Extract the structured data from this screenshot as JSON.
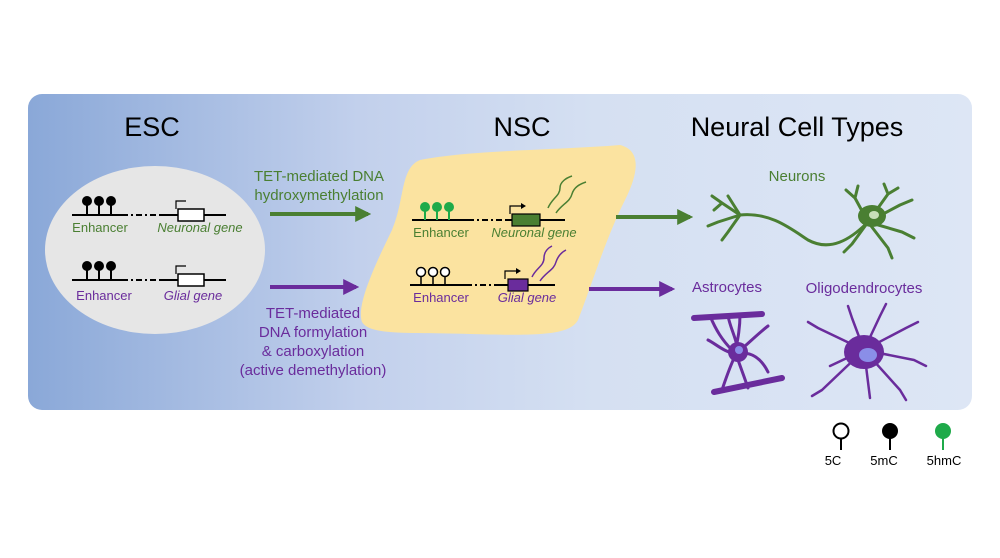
{
  "headings": {
    "esc": "ESC",
    "nsc": "NSC",
    "neural": "Neural Cell Types"
  },
  "esc_loci": {
    "neuronal": {
      "enhancer": "Enhancer",
      "gene": "Neuronal gene",
      "marks": [
        "5mC",
        "5mC",
        "5mC"
      ]
    },
    "glial": {
      "enhancer": "Enhancer",
      "gene": "Glial gene",
      "marks": [
        "5mC",
        "5mC",
        "5mC"
      ]
    }
  },
  "nsc_loci": {
    "neuronal": {
      "enhancer": "Enhancer",
      "gene": "Neuronal gene",
      "marks": [
        "5hmC",
        "5hmC",
        "5hmC"
      ]
    },
    "glial": {
      "enhancer": "Enhancer",
      "gene": "Glial gene",
      "marks": [
        "5C",
        "5C",
        "5C"
      ]
    }
  },
  "transitions": {
    "green": [
      "TET-mediated DNA",
      "hydroxymethylation"
    ],
    "purple": [
      "TET-mediated",
      "DNA formylation",
      "& carboxylation",
      "(active demethylation)"
    ]
  },
  "cell_types": {
    "neurons": "Neurons",
    "astrocytes": "Astrocytes",
    "oligodendrocytes": "Oligodendrocytes"
  },
  "legend": [
    {
      "label": "5C",
      "kind": "unmethylated"
    },
    {
      "label": "5mC",
      "kind": "methylated"
    },
    {
      "label": "5hmC",
      "kind": "hydroxymethylated"
    }
  ],
  "colors": {
    "green": "#4a7f32",
    "green_mark": "#1faa4a",
    "purple": "#6a2c9c",
    "nsc_fill": "#fbe3a0",
    "esc_fill": "#e6e6e6"
  }
}
